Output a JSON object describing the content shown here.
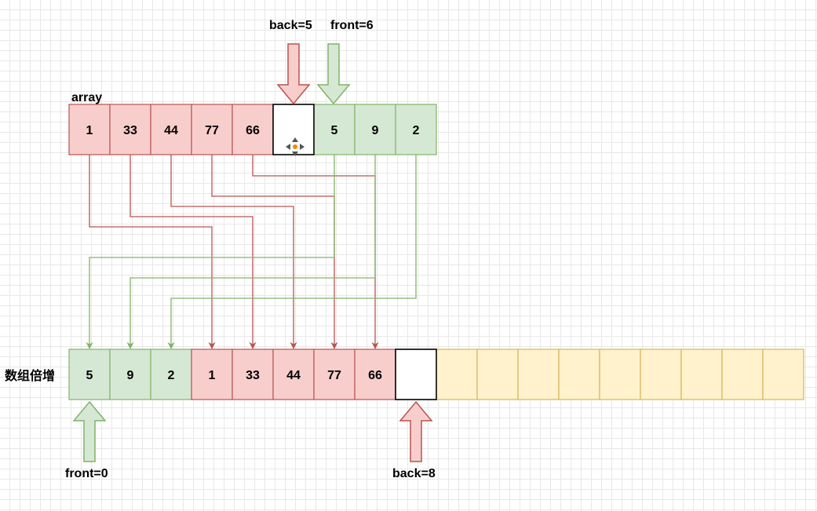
{
  "colors": {
    "red_fill": "#f8cecc",
    "red_stroke": "#b85450",
    "green_fill": "#d5e8d4",
    "green_stroke": "#82b366",
    "yellow_fill": "#fff2cc",
    "yellow_stroke": "#d6b656",
    "empty_fill": "#ffffff",
    "empty_stroke": "#000000"
  },
  "labels": {
    "array": "array",
    "grown": "数组倍增",
    "top_back": "back=5",
    "top_front": "front=6",
    "bottom_front": "front=0",
    "bottom_back": "back=8"
  },
  "top_array": [
    {
      "value": "1",
      "color": "red"
    },
    {
      "value": "33",
      "color": "red"
    },
    {
      "value": "44",
      "color": "red"
    },
    {
      "value": "77",
      "color": "red"
    },
    {
      "value": "66",
      "color": "red"
    },
    {
      "value": "",
      "color": "empty"
    },
    {
      "value": "5",
      "color": "green"
    },
    {
      "value": "9",
      "color": "green"
    },
    {
      "value": "2",
      "color": "green"
    }
  ],
  "bottom_array": [
    {
      "value": "5",
      "color": "green"
    },
    {
      "value": "9",
      "color": "green"
    },
    {
      "value": "2",
      "color": "green"
    },
    {
      "value": "1",
      "color": "red"
    },
    {
      "value": "33",
      "color": "red"
    },
    {
      "value": "44",
      "color": "red"
    },
    {
      "value": "77",
      "color": "red"
    },
    {
      "value": "66",
      "color": "red"
    },
    {
      "value": "",
      "color": "empty"
    },
    {
      "value": "",
      "color": "yellow"
    },
    {
      "value": "",
      "color": "yellow"
    },
    {
      "value": "",
      "color": "yellow"
    },
    {
      "value": "",
      "color": "yellow"
    },
    {
      "value": "",
      "color": "yellow"
    },
    {
      "value": "",
      "color": "yellow"
    },
    {
      "value": "",
      "color": "yellow"
    },
    {
      "value": "",
      "color": "yellow"
    },
    {
      "value": "",
      "color": "yellow"
    }
  ],
  "mappings": [
    {
      "from": 0,
      "to": 3,
      "color": "red"
    },
    {
      "from": 1,
      "to": 4,
      "color": "red"
    },
    {
      "from": 2,
      "to": 5,
      "color": "red"
    },
    {
      "from": 3,
      "to": 6,
      "color": "red"
    },
    {
      "from": 4,
      "to": 7,
      "color": "red"
    },
    {
      "from": 6,
      "to": 0,
      "color": "green"
    },
    {
      "from": 7,
      "to": 1,
      "color": "green"
    },
    {
      "from": 8,
      "to": 2,
      "color": "green"
    }
  ]
}
